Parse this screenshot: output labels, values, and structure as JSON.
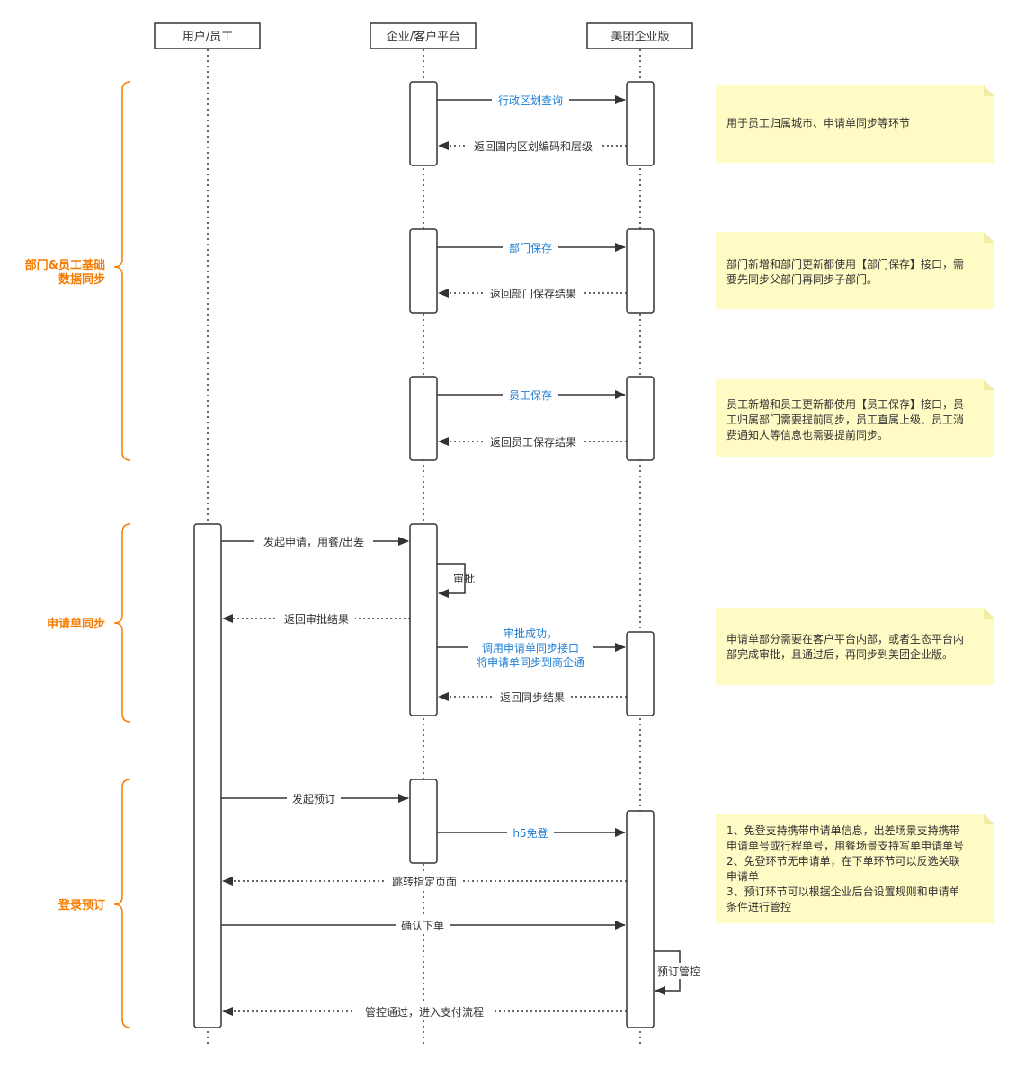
{
  "participants": [
    {
      "id": "user",
      "label": "用户/员工"
    },
    {
      "id": "platform",
      "label": "企业/客户平台"
    },
    {
      "id": "meituan",
      "label": "美团企业版"
    }
  ],
  "groups": [
    {
      "id": "base",
      "label_lines": [
        "部门&员工基础",
        "数据同步"
      ]
    },
    {
      "id": "apply",
      "label_lines": [
        "申请单同步"
      ]
    },
    {
      "id": "booking",
      "label_lines": [
        "登录预订"
      ]
    }
  ],
  "messages": [
    {
      "id": "m1",
      "from": "platform",
      "to": "meituan",
      "style": "solid",
      "lines": [
        "行政区划查询"
      ],
      "color": "blue"
    },
    {
      "id": "m2",
      "from": "meituan",
      "to": "platform",
      "style": "dotted",
      "lines": [
        "返回国内区划编码和层级"
      ],
      "color": "text"
    },
    {
      "id": "m3",
      "from": "platform",
      "to": "meituan",
      "style": "solid",
      "lines": [
        "部门保存"
      ],
      "color": "blue"
    },
    {
      "id": "m4",
      "from": "meituan",
      "to": "platform",
      "style": "dotted",
      "lines": [
        "返回部门保存结果"
      ],
      "color": "text"
    },
    {
      "id": "m5",
      "from": "platform",
      "to": "meituan",
      "style": "solid",
      "lines": [
        "员工保存"
      ],
      "color": "blue"
    },
    {
      "id": "m6",
      "from": "meituan",
      "to": "platform",
      "style": "dotted",
      "lines": [
        "返回员工保存结果"
      ],
      "color": "text"
    },
    {
      "id": "m7",
      "from": "user",
      "to": "platform",
      "style": "solid",
      "lines": [
        "发起申请，用餐/出差"
      ],
      "color": "text"
    },
    {
      "id": "m8",
      "from": "platform",
      "to": "platform",
      "style": "self",
      "lines": [
        "审批"
      ],
      "color": "text"
    },
    {
      "id": "m9",
      "from": "platform",
      "to": "user",
      "style": "dotted",
      "lines": [
        "返回审批结果"
      ],
      "color": "text"
    },
    {
      "id": "m10",
      "from": "platform",
      "to": "meituan",
      "style": "solid",
      "lines": [
        "审批成功，",
        "调用申请单同步接口",
        "将申请单同步到商企通"
      ],
      "color": "blue"
    },
    {
      "id": "m11",
      "from": "meituan",
      "to": "platform",
      "style": "dotted",
      "lines": [
        "返回同步结果"
      ],
      "color": "text"
    },
    {
      "id": "m12",
      "from": "user",
      "to": "platform",
      "style": "solid",
      "lines": [
        "发起预订"
      ],
      "color": "text"
    },
    {
      "id": "m13",
      "from": "platform",
      "to": "meituan",
      "style": "solid",
      "lines": [
        "h5免登"
      ],
      "color": "blue"
    },
    {
      "id": "m14",
      "from": "meituan",
      "to": "user",
      "style": "dotted",
      "lines": [
        "跳转指定页面"
      ],
      "color": "text"
    },
    {
      "id": "m15",
      "from": "user",
      "to": "meituan",
      "style": "solid",
      "lines": [
        "确认下单"
      ],
      "color": "text"
    },
    {
      "id": "m16",
      "from": "meituan",
      "to": "meituan",
      "style": "self",
      "lines": [
        "预订管控"
      ],
      "color": "text"
    },
    {
      "id": "m17",
      "from": "meituan",
      "to": "user",
      "style": "dotted",
      "lines": [
        "管控通过，进入支付流程"
      ],
      "color": "text"
    }
  ],
  "notes": [
    {
      "id": "n1",
      "text": "用于员工归属城市、申请单同步等环节"
    },
    {
      "id": "n2",
      "text": "部门新增和部门更新都使用【部门保存】接口，需\n要先同步父部门再同步子部门。"
    },
    {
      "id": "n3",
      "text": "员工新增和员工更新都使用【员工保存】接口，员\n工归属部门需要提前同步，员工直属上级、员工消\n费通知人等信息也需要提前同步。"
    },
    {
      "id": "n4",
      "text": "申请单部分需要在客户平台内部，或者生态平台内\n部完成审批，且通过后，再同步到美团企业版。"
    },
    {
      "id": "n5",
      "text": "1、免登支持携带申请单信息，出差场景支持携带\n申请单号或行程单号，用餐场景支持写单申请单号\n2、免登环节无申请单，在下单环节可以反选关联\n申请单\n3、预订环节可以根据企业后台设置规则和申请单\n条件进行管控"
    }
  ],
  "colors": {
    "line": "#333333",
    "blue_label": "#1c7ed6",
    "text": "#333333",
    "group_accent": "#f57c00",
    "note_bg": "#fffbc4"
  }
}
